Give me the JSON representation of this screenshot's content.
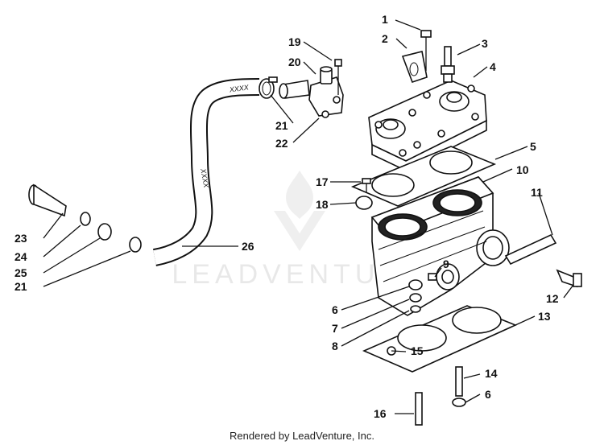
{
  "watermark": {
    "text": "LEADVENTURE"
  },
  "footer": {
    "text": "Rendered by LeadVenture, Inc."
  },
  "callouts": {
    "c1": "1",
    "c2": "2",
    "c3": "3",
    "c4": "4",
    "c5": "5",
    "c6a": "6",
    "c6b": "6",
    "c7": "7",
    "c8": "8",
    "c9": "9",
    "c10": "10",
    "c11": "11",
    "c12": "12",
    "c13": "13",
    "c14": "14",
    "c15": "15",
    "c16": "16",
    "c17": "17",
    "c18": "18",
    "c19": "19",
    "c20": "20",
    "c21a": "21",
    "c21b": "21",
    "c22": "22",
    "c23": "23",
    "c24": "24",
    "c25": "25",
    "c26": "26"
  },
  "hose_marks": {
    "top": "XXXX",
    "middle": "XXXX"
  }
}
